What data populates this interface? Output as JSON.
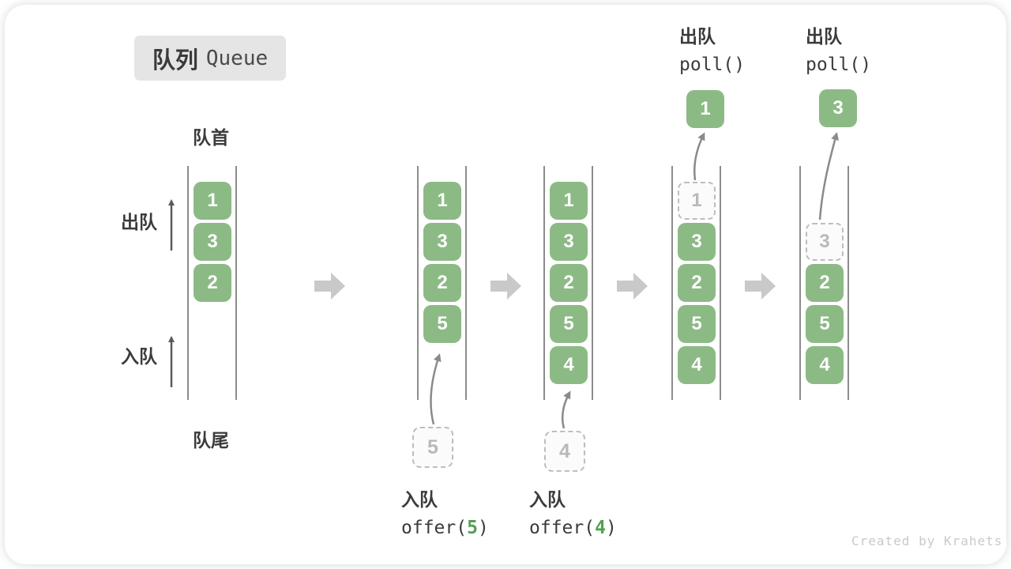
{
  "title": {
    "zh": "队列",
    "en": "Queue"
  },
  "labels": {
    "front": "队首",
    "rear": "队尾",
    "dequeue": "出队",
    "enqueue": "入队"
  },
  "credit": "Created by Krahets",
  "colors": {
    "box_green": "#8cba85",
    "arg_green": "#53a053",
    "block_arrow_gray": "#c9c9c9",
    "thin_arrow_gray": "#8a8a8a",
    "dark_arrow": "#5a5a5a",
    "dashed_border": "#bdbdbd",
    "title_bg": "#e5e5e5",
    "text_dark": "#3b3b3b",
    "credit_gray": "#c9c9c9"
  },
  "diagram": {
    "description": "Five states of a queue showing offer (enqueue) and poll (dequeue) operations",
    "columns": [
      {
        "items": [
          {
            "v": "1",
            "style": "green",
            "slot": 0
          },
          {
            "v": "3",
            "style": "green",
            "slot": 1
          },
          {
            "v": "2",
            "style": "green",
            "slot": 2
          }
        ]
      },
      {
        "items": [
          {
            "v": "1",
            "style": "green",
            "slot": 0
          },
          {
            "v": "3",
            "style": "green",
            "slot": 1
          },
          {
            "v": "2",
            "style": "green",
            "slot": 2
          },
          {
            "v": "5",
            "style": "green",
            "slot": 3
          }
        ],
        "pending": {
          "v": "5"
        },
        "caption": {
          "line1": "入队",
          "fn_prefix": "offer(",
          "arg": "5",
          "fn_suffix": ")"
        }
      },
      {
        "items": [
          {
            "v": "1",
            "style": "green",
            "slot": 0
          },
          {
            "v": "3",
            "style": "green",
            "slot": 1
          },
          {
            "v": "2",
            "style": "green",
            "slot": 2
          },
          {
            "v": "5",
            "style": "green",
            "slot": 3
          },
          {
            "v": "4",
            "style": "green",
            "slot": 4
          }
        ],
        "pending": {
          "v": "4"
        },
        "caption": {
          "line1": "入队",
          "fn_prefix": "offer(",
          "arg": "4",
          "fn_suffix": ")"
        }
      },
      {
        "items": [
          {
            "v": "1",
            "style": "dashed",
            "slot": 0
          },
          {
            "v": "3",
            "style": "green",
            "slot": 1
          },
          {
            "v": "2",
            "style": "green",
            "slot": 2
          },
          {
            "v": "5",
            "style": "green",
            "slot": 3
          },
          {
            "v": "4",
            "style": "green",
            "slot": 4
          }
        ],
        "out": {
          "v": "1"
        },
        "caption_top": {
          "line1": "出队",
          "line2": "poll()"
        }
      },
      {
        "items": [
          {
            "v": "3",
            "style": "dashed",
            "slot": 1
          },
          {
            "v": "2",
            "style": "green",
            "slot": 2
          },
          {
            "v": "5",
            "style": "green",
            "slot": 3
          },
          {
            "v": "4",
            "style": "green",
            "slot": 4
          }
        ],
        "out": {
          "v": "3"
        },
        "caption_top": {
          "line1": "出队",
          "line2": "poll()"
        }
      }
    ]
  }
}
